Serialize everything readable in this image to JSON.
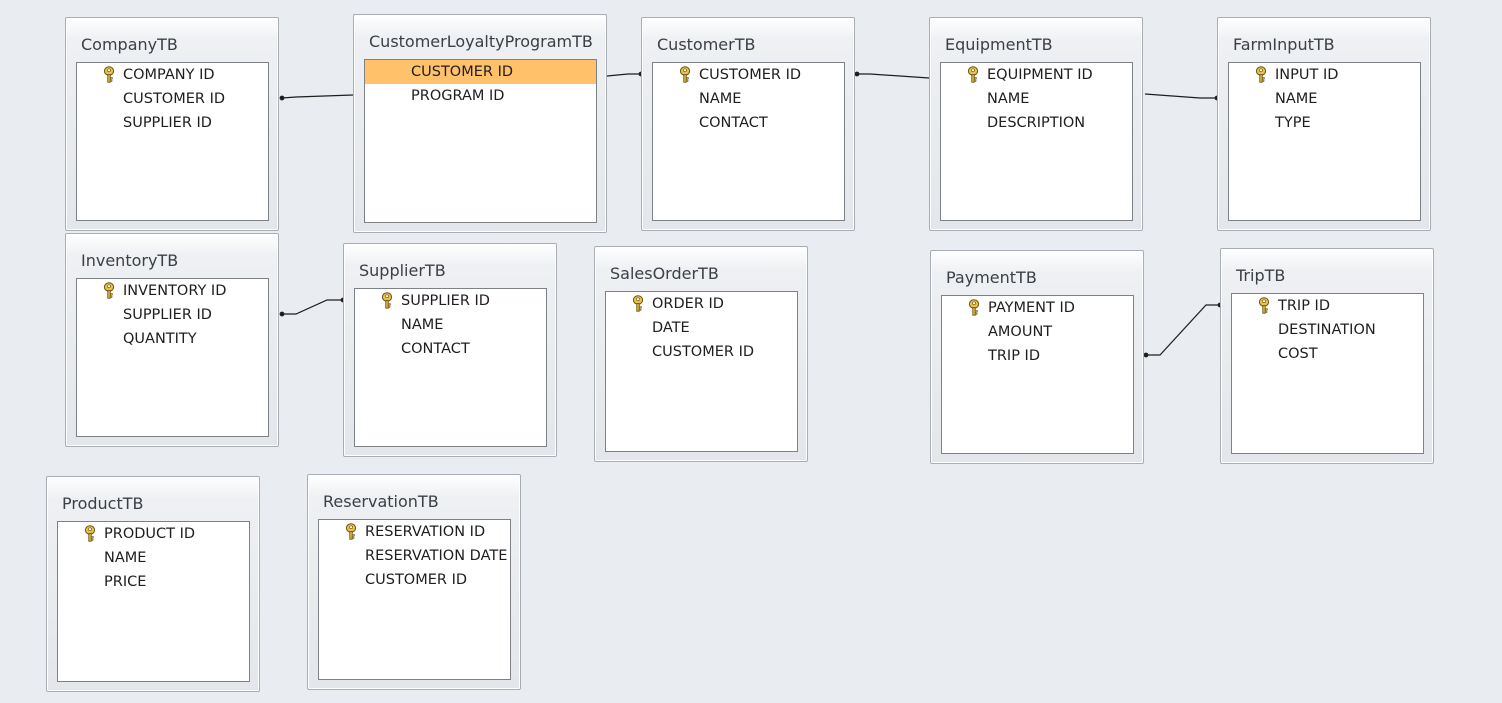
{
  "tables": {
    "company": {
      "title": "CompanyTB",
      "fields": [
        {
          "name": "COMPANY ID",
          "key": true
        },
        {
          "name": "CUSTOMER ID"
        },
        {
          "name": "SUPPLIER ID"
        }
      ]
    },
    "loyalty": {
      "title": "CustomerLoyaltyProgramTB",
      "fields": [
        {
          "name": "CUSTOMER ID",
          "selected": true
        },
        {
          "name": "PROGRAM ID"
        }
      ]
    },
    "customer": {
      "title": "CustomerTB",
      "fields": [
        {
          "name": "CUSTOMER ID",
          "key": true
        },
        {
          "name": "NAME"
        },
        {
          "name": "CONTACT"
        }
      ]
    },
    "equipment": {
      "title": "EquipmentTB",
      "fields": [
        {
          "name": "EQUIPMENT ID",
          "key": true
        },
        {
          "name": "NAME"
        },
        {
          "name": "DESCRIPTION"
        }
      ]
    },
    "farminput": {
      "title": "FarmInputTB",
      "fields": [
        {
          "name": "INPUT ID",
          "key": true
        },
        {
          "name": "NAME"
        },
        {
          "name": "TYPE"
        }
      ]
    },
    "inventory": {
      "title": "InventoryTB",
      "fields": [
        {
          "name": "INVENTORY ID",
          "key": true
        },
        {
          "name": "SUPPLIER ID"
        },
        {
          "name": "QUANTITY"
        }
      ]
    },
    "supplier": {
      "title": "SupplierTB",
      "fields": [
        {
          "name": "SUPPLIER ID",
          "key": true
        },
        {
          "name": "NAME"
        },
        {
          "name": "CONTACT"
        }
      ]
    },
    "salesorder": {
      "title": "SalesOrderTB",
      "fields": [
        {
          "name": "ORDER ID",
          "key": true
        },
        {
          "name": "DATE"
        },
        {
          "name": "CUSTOMER ID"
        }
      ]
    },
    "payment": {
      "title": "PaymentTB",
      "fields": [
        {
          "name": "PAYMENT ID",
          "key": true
        },
        {
          "name": "AMOUNT"
        },
        {
          "name": "TRIP ID"
        }
      ]
    },
    "trip": {
      "title": "TripTB",
      "fields": [
        {
          "name": "TRIP ID",
          "key": true
        },
        {
          "name": "DESTINATION"
        },
        {
          "name": "COST"
        }
      ]
    },
    "product": {
      "title": "ProductTB",
      "fields": [
        {
          "name": "PRODUCT ID",
          "key": true
        },
        {
          "name": "NAME"
        },
        {
          "name": "PRICE"
        }
      ]
    },
    "reservation": {
      "title": "ReservationTB",
      "fields": [
        {
          "name": "RESERVATION ID",
          "key": true
        },
        {
          "name": "RESERVATION DATE"
        },
        {
          "name": "CUSTOMER ID"
        }
      ]
    }
  },
  "colors": {
    "background": "#e9ecf0",
    "selected_field": "#ffc16a",
    "relation_line": "#1e1e1e",
    "key_icon": "#d6a61c"
  },
  "icons": {
    "primary_key": "key-icon"
  }
}
